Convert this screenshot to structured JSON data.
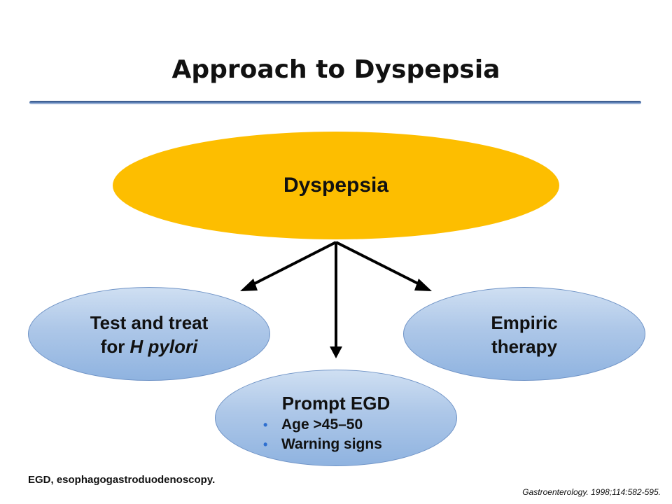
{
  "slide": {
    "title": "Approach to Dyspepsia"
  },
  "diagram": {
    "root": {
      "label": "Dyspepsia",
      "color": "#FDBE00"
    },
    "branches": {
      "left": {
        "line1": "Test and treat",
        "line2_prefix": "for ",
        "line2_italic": "H pylori"
      },
      "center": {
        "title": "Prompt EGD",
        "bullets": [
          "Age >45–50",
          "Warning signs"
        ]
      },
      "right": {
        "line1": "Empiric",
        "line2": "therapy"
      }
    },
    "node_fill_color": "#ADC7E8",
    "bullet_color": "#2E6FD0"
  },
  "footer": {
    "abbreviation": "EGD, esophagogastroduodenoscopy.",
    "citation": "Gastroenterology. 1998;114:582-595."
  }
}
